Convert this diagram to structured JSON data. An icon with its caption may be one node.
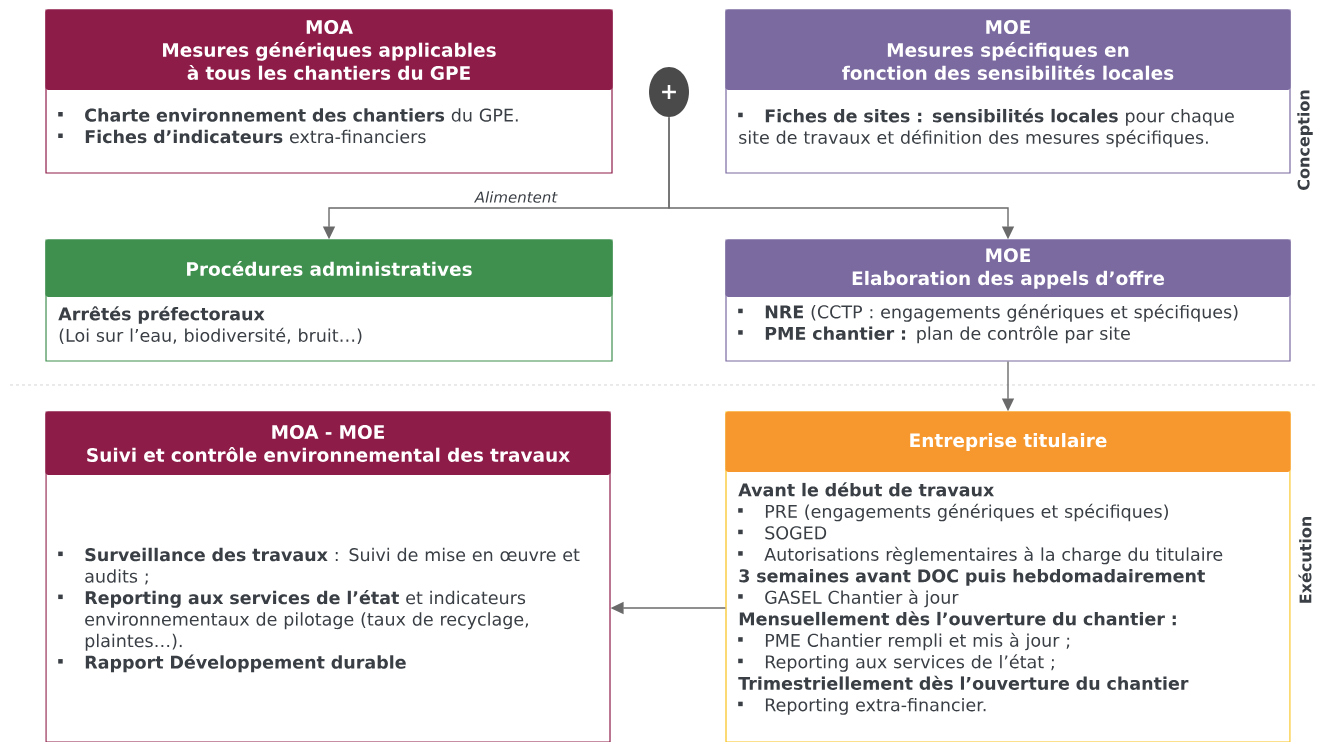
{
  "diagram": {
    "nodes": [
      {
        "text": [
          "MOA",
          "Mesures génériques applicables à tous les chantiers du GPE",
          "**Charte environnement des chantiers** du GPE.",
          "**Fiches d’indicateurs** extra-financiers"
        ]
      },
      {
        "text": [
          "+"
        ]
      },
      {
        "text": [
          "MOE",
          "Mesures spécifiques en fonction des sensibilités locales",
          "**Fiches de sites : sensibilités locales** pour chaque site de travaux et définition des mesures spécifiques."
        ]
      },
      {
        "text": [
          "Procédures administratives",
          "Arrêtés préfectoraux",
          "(Loi sur l’eau, biodiversité, bruit…)"
        ]
      },
      {
        "text": [
          "MOE",
          "Elaboration des appels d’offre",
          "**NRE** (CCTP : engagements génériques et spécifiques)",
          "**PME chantier :** plan de contrôle par site"
        ]
      },
      {
        "text": [
          "MOA - MOE",
          "Suivi et contrôle environnemental des travaux",
          "**Surveillance des travaux** : Suivi de mise en œuvre et audits ;",
          "**Reporting aux services de l’état** et indicateurs environnementaux de pilotage (taux de recyclage, plaintes…).",
          "Rapport Développement durable"
        ]
      },
      {
        "text": [
          "Entreprise titulaire",
          "Avant le début de travaux",
          "PRE (engagements génériques et spécifiques)",
          "SOGED",
          "Autorisations règlementaires à la charge du titulaire",
          "3 semaines avant DOC puis hebdomadairement",
          "GASEL Chantier à jour",
          "**Mensuellement dès l’ouverture du chantier** :",
          "PME Chantier rempli et mis à jour ;",
          "Reporting aux services de l’état ;",
          "Trimestriellement dès l’ouverture du chantier",
          "Reporting extra-financier."
        ]
      }
    ],
    "edges": [
      {
        "from": 1,
        "to": 3,
        "arrow": "to",
        "label": "Alimentent"
      },
      {
        "from": 1,
        "to": 4,
        "arrow": "to"
      },
      {
        "from": 4,
        "to": 6,
        "arrow": "to"
      },
      {
        "from": 6,
        "to": 5,
        "arrow": "to"
      }
    ],
    "labels": [
      "Conception",
      "Exécution"
    ]
  }
}
